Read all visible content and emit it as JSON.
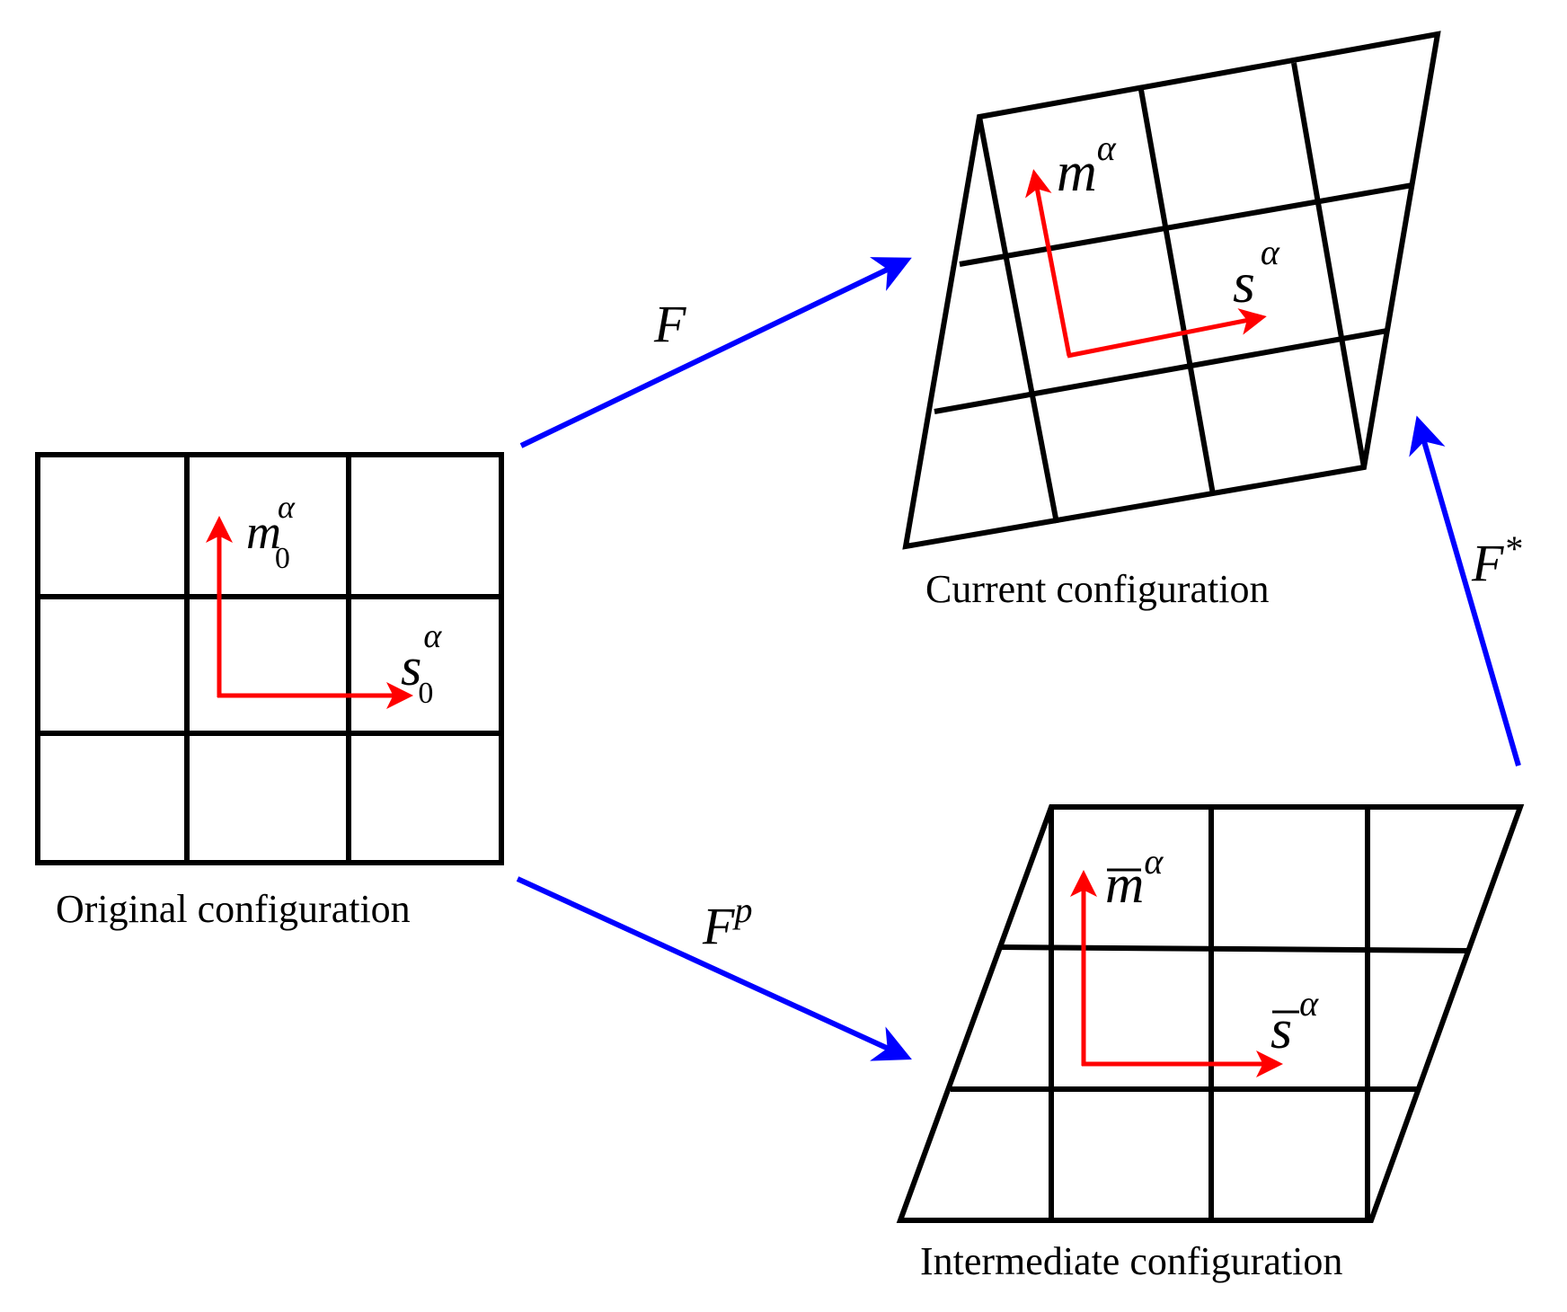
{
  "colors": {
    "grid": "#000000",
    "slip_vectors": "#ff0000",
    "mapping_arrows": "#0000ff",
    "background": "#ffffff"
  },
  "configurations": {
    "original": {
      "caption": "Original configuration",
      "m_vector": {
        "base": "m",
        "subscript": "0",
        "superscript": "α"
      },
      "s_vector": {
        "base": "s",
        "subscript": "0",
        "superscript": "α"
      }
    },
    "current": {
      "caption": "Current configuration",
      "m_vector": {
        "base": "m",
        "superscript": "α"
      },
      "s_vector": {
        "base": "s",
        "superscript": "α"
      }
    },
    "intermediate": {
      "caption": "Intermediate configuration",
      "m_vector": {
        "base": "m",
        "superscript": "α",
        "overbar": true
      },
      "s_vector": {
        "base": "s",
        "superscript": "α",
        "overbar": true
      }
    }
  },
  "mappings": {
    "total": {
      "base": "F"
    },
    "plastic": {
      "base": "F",
      "superscript": "p"
    },
    "elastic": {
      "base": "F",
      "superscript": "*"
    }
  }
}
